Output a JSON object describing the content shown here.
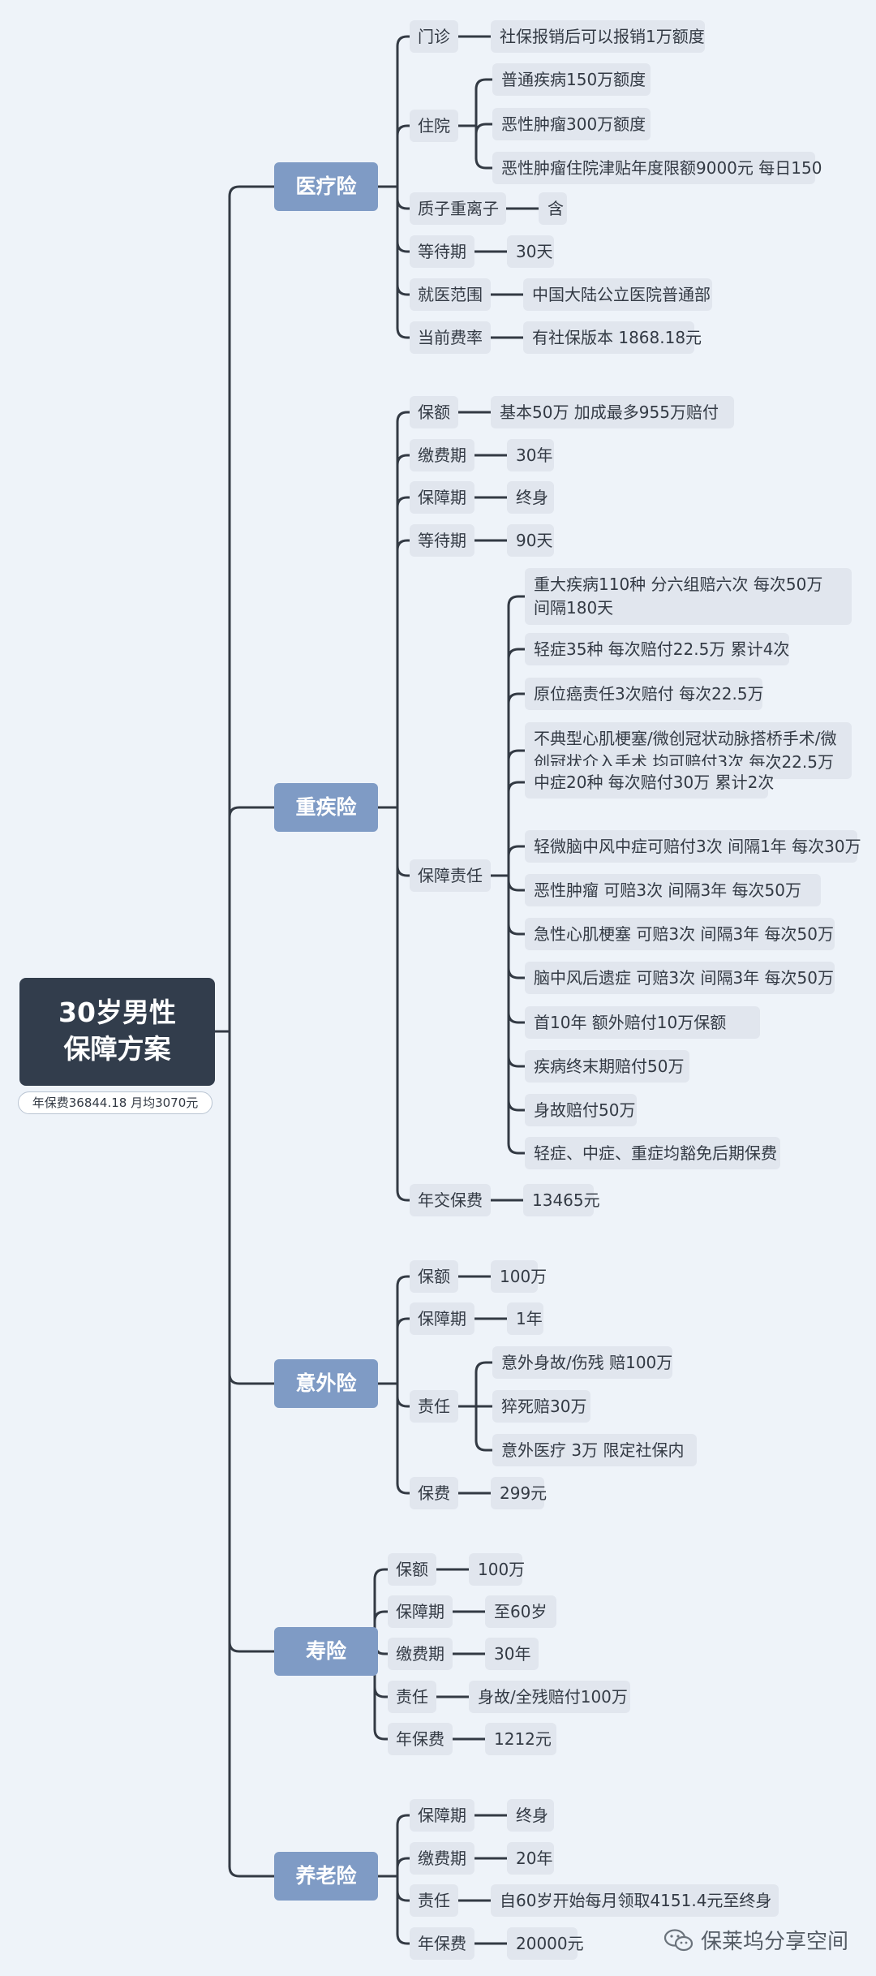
{
  "title": "30岁男性\n保障方案",
  "title_lines": [
    "30岁男性",
    "保障方案"
  ],
  "subtitle": "年保费36844.18 月均3070元",
  "watermark": "保莱坞分享空间",
  "colors": {
    "background": "#eef3f9",
    "root": "#323d4c",
    "category": "#7f9bc5",
    "leaf": "#e1e6ee",
    "line": "#333a44"
  },
  "categories": [
    {
      "name": "医疗险",
      "items": [
        {
          "label": "门诊",
          "values": [
            "社保报销后可以报销1万额度"
          ]
        },
        {
          "label": "住院",
          "values": [
            "普通疾病150万额度",
            "恶性肿瘤300万额度",
            "恶性肿瘤住院津贴年度限额9000元 每日150"
          ]
        },
        {
          "label": "质子重离子",
          "values": [
            "含"
          ]
        },
        {
          "label": "等待期",
          "values": [
            "30天"
          ]
        },
        {
          "label": "就医范围",
          "values": [
            "中国大陆公立医院普通部"
          ]
        },
        {
          "label": "当前费率",
          "values": [
            "有社保版本 1868.18元"
          ]
        }
      ]
    },
    {
      "name": "重疾险",
      "items": [
        {
          "label": "保额",
          "values": [
            "基本50万 加成最多955万赔付"
          ]
        },
        {
          "label": "缴费期",
          "values": [
            "30年"
          ]
        },
        {
          "label": "保障期",
          "values": [
            "终身"
          ]
        },
        {
          "label": "等待期",
          "values": [
            "90天"
          ]
        },
        {
          "label": "保障责任",
          "values": [
            "重大疾病110种 分六组赔六次 每次50万 间隔180天",
            "轻症35种 每次赔付22.5万 累计4次",
            "原位癌责任3次赔付 每次22.5万",
            "不典型心肌梗塞/微创冠状动脉搭桥手术/微创冠状介入手术 均可赔付3次 每次22.5万",
            "中症20种 每次赔付30万 累计2次",
            "轻微脑中风中症可赔付3次 间隔1年 每次30万",
            "恶性肿瘤 可赔3次 间隔3年 每次50万",
            "急性心肌梗塞 可赔3次 间隔3年 每次50万",
            "脑中风后遗症 可赔3次 间隔3年 每次50万",
            "首10年 额外赔付10万保额",
            "疾病终末期赔付50万",
            "身故赔付50万",
            "轻症、中症、重症均豁免后期保费"
          ]
        },
        {
          "label": "年交保费",
          "values": [
            "13465元"
          ]
        }
      ]
    },
    {
      "name": "意外险",
      "items": [
        {
          "label": "保额",
          "values": [
            "100万"
          ]
        },
        {
          "label": "保障期",
          "values": [
            "1年"
          ]
        },
        {
          "label": "责任",
          "values": [
            "意外身故/伤残 赔100万",
            "猝死赔30万",
            "意外医疗 3万 限定社保内"
          ]
        },
        {
          "label": "保费",
          "values": [
            "299元"
          ]
        }
      ]
    },
    {
      "name": "寿险",
      "items": [
        {
          "label": "保额",
          "values": [
            "100万"
          ]
        },
        {
          "label": "保障期",
          "values": [
            "至60岁"
          ]
        },
        {
          "label": "缴费期",
          "values": [
            "30年"
          ]
        },
        {
          "label": "责任",
          "values": [
            "身故/全残赔付100万"
          ]
        },
        {
          "label": "年保费",
          "values": [
            "1212元"
          ]
        }
      ]
    },
    {
      "name": "养老险",
      "items": [
        {
          "label": "保障期",
          "values": [
            "终身"
          ]
        },
        {
          "label": "缴费期",
          "values": [
            "20年"
          ]
        },
        {
          "label": "责任",
          "values": [
            "自60岁开始每月领取4151.4元至终身"
          ]
        },
        {
          "label": "年保费",
          "values": [
            "20000元"
          ]
        }
      ]
    }
  ]
}
